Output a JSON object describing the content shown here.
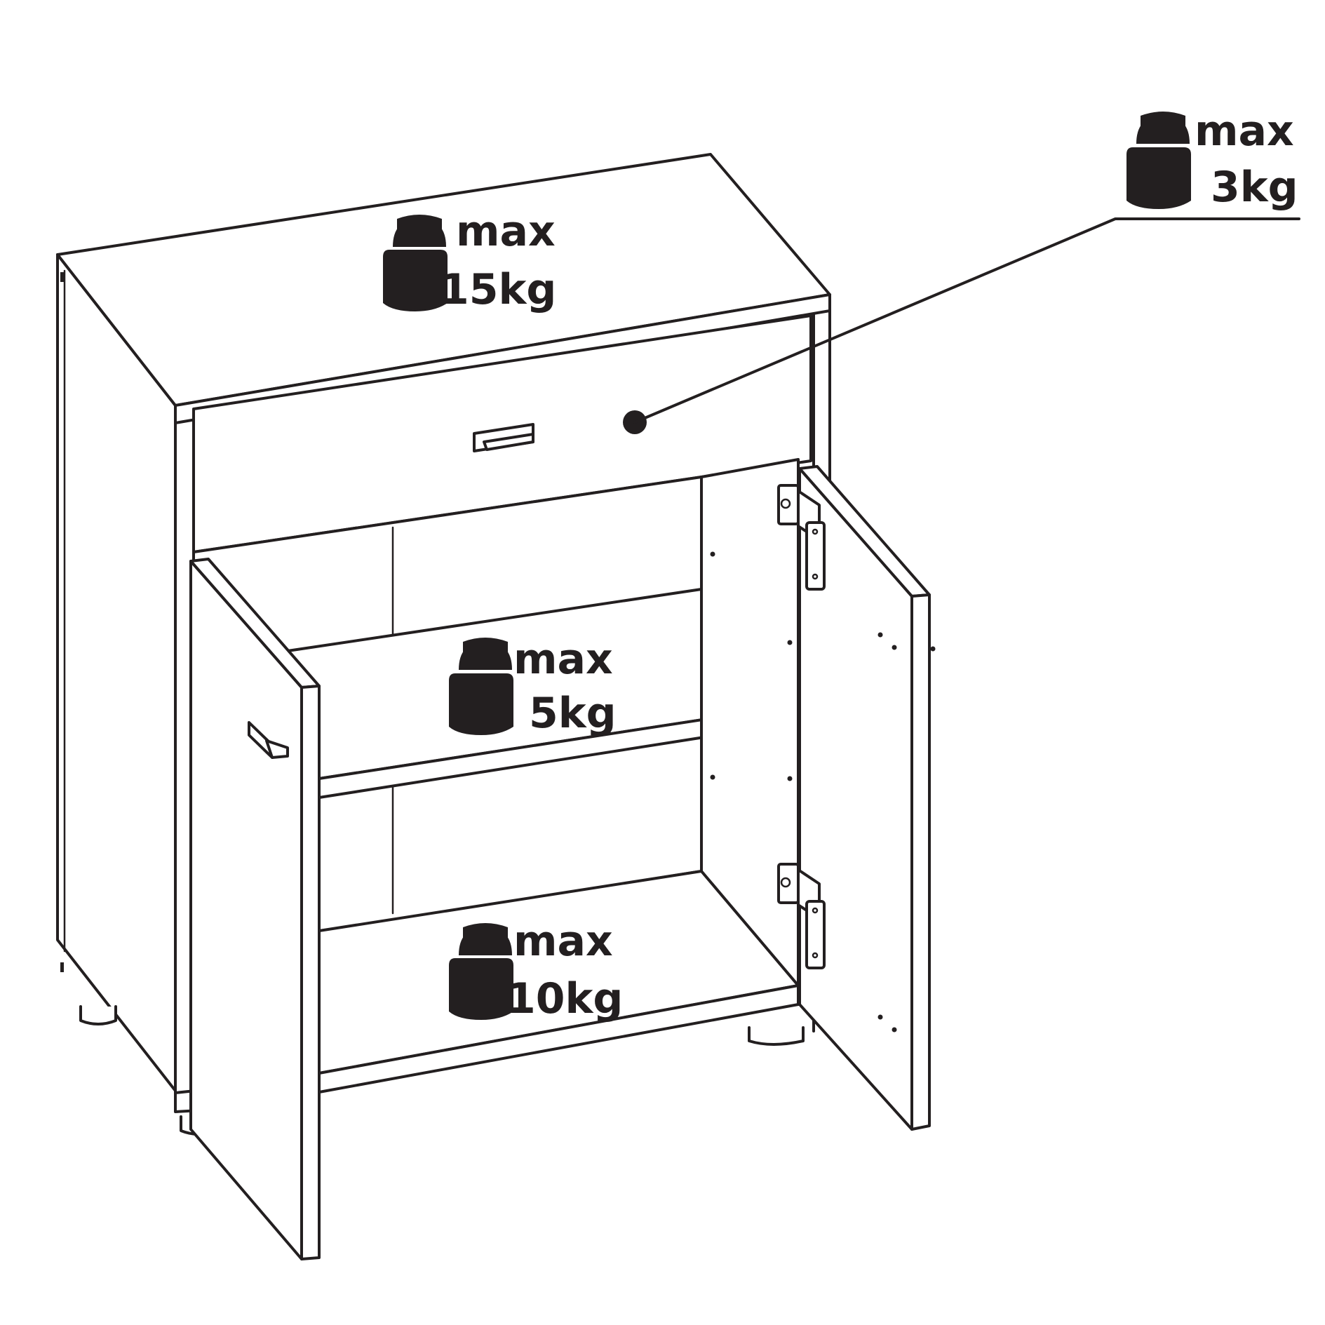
{
  "labels": {
    "top": {
      "line1": "max",
      "line2": "15kg"
    },
    "drawer": {
      "line1": "max",
      "line2": "3kg"
    },
    "upper_shelf": {
      "line1": "max",
      "line2": "5kg"
    },
    "bottom_shelf": {
      "line1": "max",
      "line2": "10kg"
    }
  },
  "colors": {
    "ink": "#231f20",
    "background": "#ffffff"
  },
  "icons": [
    "weight-icon"
  ]
}
